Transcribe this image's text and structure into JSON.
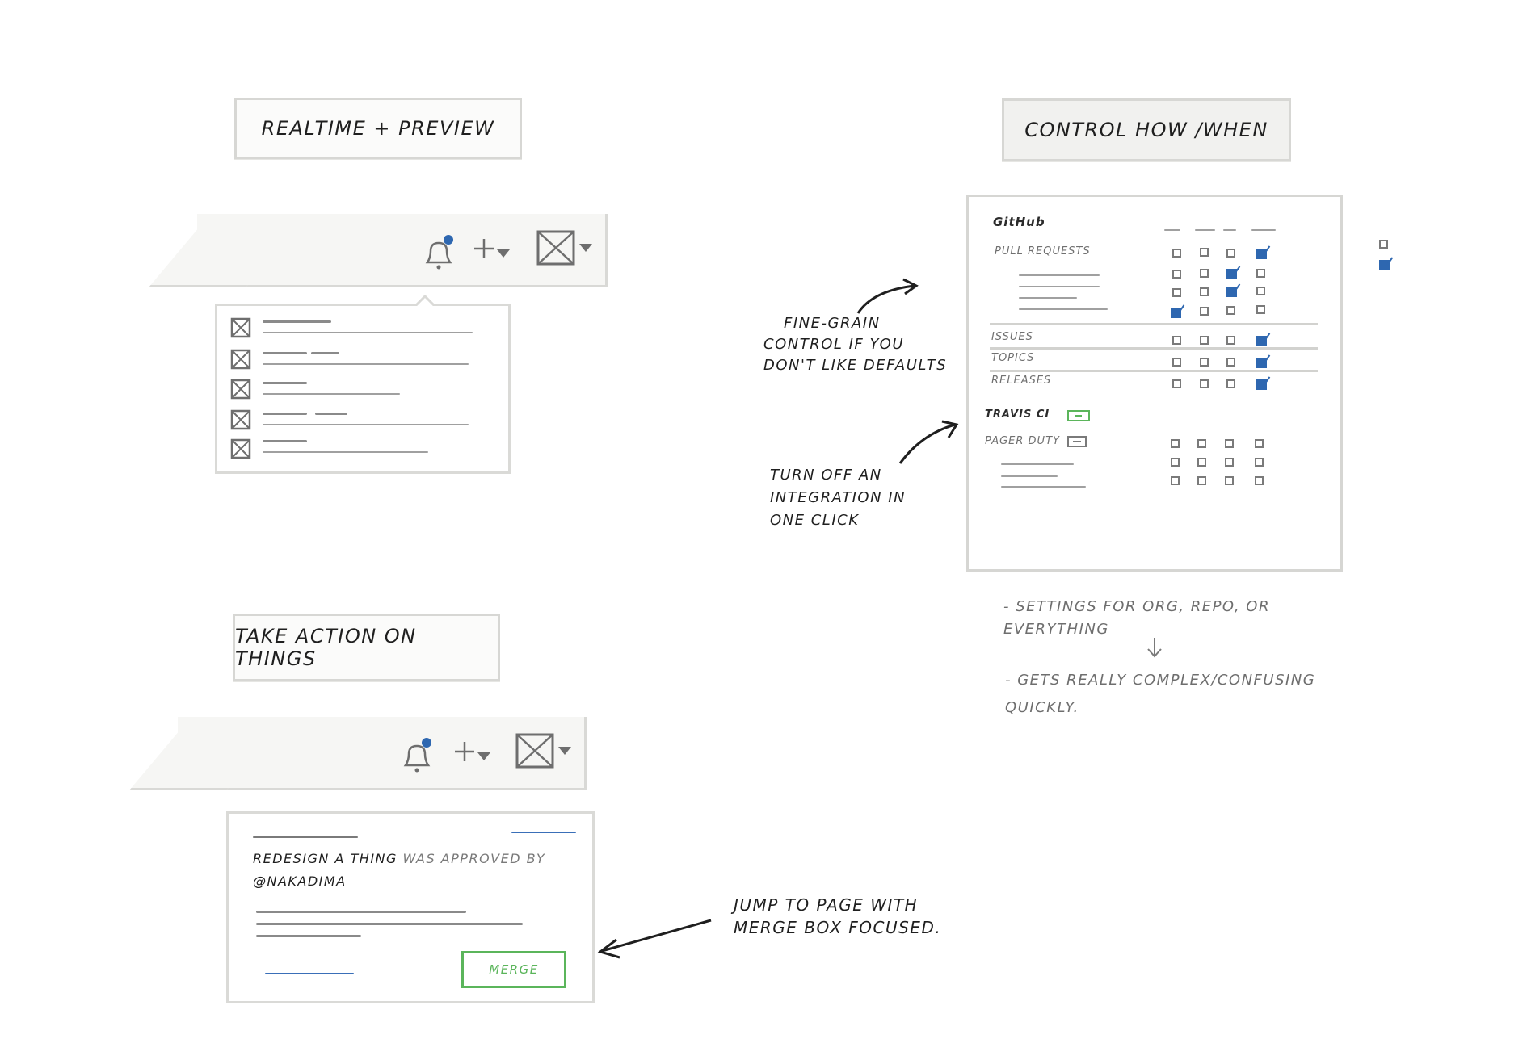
{
  "sections": {
    "realtime_title": "Realtime + Preview",
    "control_title": "Control How /when",
    "action_title": "Take Action on Things"
  },
  "notes": {
    "fine_grain": [
      "Fine-Grain",
      "control if you",
      "don't like defaults"
    ],
    "turn_off": [
      "Turn off an",
      "integration in",
      "one click"
    ],
    "settings": "- Settings for org, repo, or everything",
    "complex": "- Gets really complex/confusing quickly.",
    "jump": [
      "Jump to page with",
      "merge box focused."
    ]
  },
  "github_panel": {
    "title": "GitHub",
    "rows": {
      "pull_requests": "Pull requests",
      "issues": "Issues",
      "topics": "Topics",
      "releases": "Releases",
      "travis": "Travis CI",
      "pager": "Pager duty"
    }
  },
  "notification": {
    "title": "Redesign a thing",
    "approved_by": "was approved by",
    "user": "@nakadima",
    "merge_label": "Merge"
  },
  "colors": {
    "accent_blue": "#2e67b0",
    "merge_green": "#5bb55b",
    "panel_border": "#dadad7"
  },
  "icons": [
    "bell-icon",
    "plus-icon",
    "caret-down-icon",
    "avatar-placeholder-icon",
    "checkbox-icon",
    "arrow-icon"
  ]
}
